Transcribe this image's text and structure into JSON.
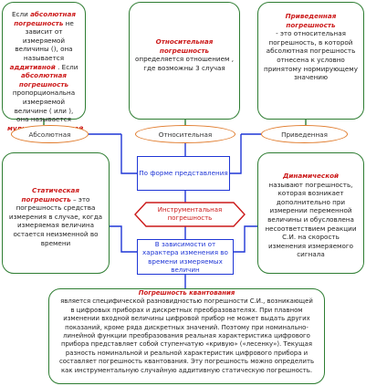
{
  "boxes": {
    "left": {
      "p1": "Если",
      "p1r": "абсолютная погрешность",
      "p2": "не зависит от измеряемой величины (), она называется",
      "p2r": "аддитивной",
      "p3": ". Если",
      "p3r": "абсолютная погрешность",
      "p4": "пропорциональна измеряемой величине ( или ), она называется",
      "p4r": "мультипликативной"
    },
    "middle": {
      "red": "Относительная погрешность",
      "text": "определяется отношением , где возможны 3 случая"
    },
    "right": {
      "red": "Приведенная погрешность",
      "text": "- это относительная погрешность, в которой абсолютная погрешность отнесена к условно принятому нормирующему значению"
    },
    "static": {
      "red": "Статическая погрешность",
      "text": "– это погрешность средства измерения в случае, когда измеряемая величина остается неизменной во времени"
    },
    "dynamic": {
      "red": "Динамической",
      "text": "называют погрешность, которая возникает дополнительно при измерении переменной величины и обусловлена несоответствием реакции С.И. на скорость изменения измеряемого сигнала"
    },
    "quant": {
      "red": "Погрешность квантования",
      "text": "является специфической разновидностью погрешности С.И., возникающей в цифровых приборах и дискретных преобразователях. При плавном изменении входной величины цифровой прибор не может выдать других показаний, кроме ряда дискретных значений. Поэтому при номинально-линейной функции преобразования реальная характеристика цифрового прибора представляет собой ступенчатую «кривую» («лесенку»). Текущая разность номинальной и реальной характеристик цифрового прибора и составляет погрешность квантования. Эту погрешность можно определить как инструментальную случайную аддитивную статическую погрешность."
    }
  },
  "ovals": {
    "absolute": "Абсолютная",
    "relative": "Относительная",
    "reduced": "Приведенная"
  },
  "blue": {
    "by_form": "По форме представления",
    "by_time": "В зависимости от характера изменения во времени измеряемых величин"
  },
  "hex": {
    "label": "Инструментальная погрешность"
  },
  "colors": {
    "green_border": "#2e7d32",
    "orange_border": "#e07a2a",
    "blue_border": "#1f36d6",
    "red_text": "#cc1a1a"
  }
}
